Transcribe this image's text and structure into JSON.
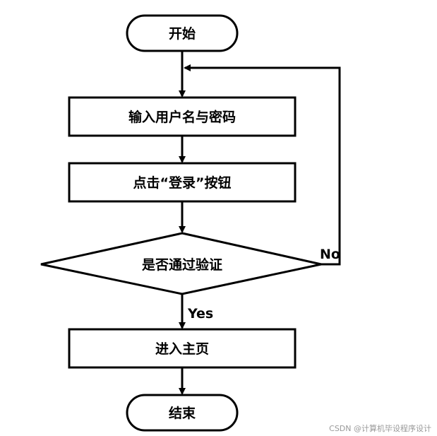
{
  "nodes": {
    "start": "开始",
    "input_credentials": "输入用户名与密码",
    "click_login": "点击“登录”按钮",
    "verify_decision": "是否通过验证",
    "enter_home": "进入主页",
    "end": "结束"
  },
  "edges": {
    "no_label": "No",
    "yes_label": "Yes"
  },
  "watermark": "CSDN @计算机毕设程序设计",
  "colors": {
    "stroke": "#000000",
    "fill": "#ffffff",
    "watermark": "#999999"
  }
}
